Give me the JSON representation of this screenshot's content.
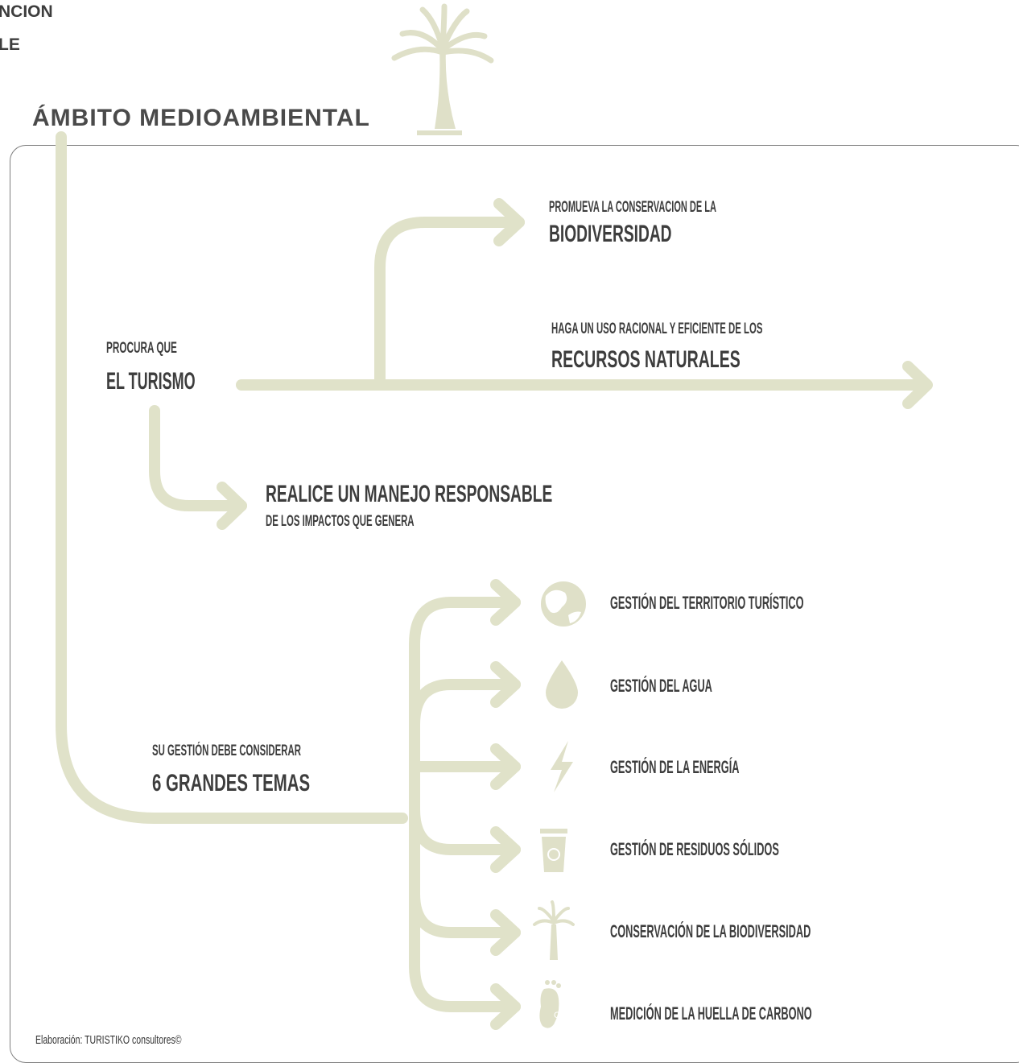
{
  "header": {
    "cut_line1": "NCION",
    "cut_line2": "LE",
    "title": "ÁMBITO MEDIOAMBIENTAL"
  },
  "colors": {
    "branch": "#e0e2c9",
    "text": "#3d3d3d",
    "icon": "#dfe0c8"
  },
  "root": {
    "line1": "PROCURA QUE",
    "line2": "EL TURISMO"
  },
  "branches": [
    {
      "line1": "PROMUEVA LA CONSERVACION DE LA",
      "line2": "BIODIVERSIDAD"
    },
    {
      "line1": "HAGA UN USO RACIONAL Y EFICIENTE DE LOS",
      "line2": "RECURSOS NATURALES"
    },
    {
      "line1": "REALICE UN MANEJO RESPONSABLE",
      "line2": "DE LOS IMPACTOS QUE GENERA"
    }
  ],
  "management": {
    "line1": "SU GESTIÓN DEBE CONSIDERAR",
    "line2": "6 GRANDES TEMAS"
  },
  "topics": [
    {
      "label": "GESTIÓN DEL TERRITORIO TURÍSTICO",
      "icon": "globe-icon"
    },
    {
      "label": "GESTIÓN DEL AGUA",
      "icon": "water-drop-icon"
    },
    {
      "label": "GESTIÓN DE LA ENERGÍA",
      "icon": "lightning-icon"
    },
    {
      "label": "GESTIÓN DE RESIDUOS SÓLIDOS",
      "icon": "recycling-bin-icon"
    },
    {
      "label": "CONSERVACIÓN DE LA BIODIVERSIDAD",
      "icon": "araucaria-tree-icon"
    },
    {
      "label": "MEDICIÓN DE LA HUELLA DE CARBONO",
      "icon": "co2-footprint-icon"
    }
  ],
  "footer": {
    "credit": "Elaboración: TURISTIKO consultores©"
  }
}
